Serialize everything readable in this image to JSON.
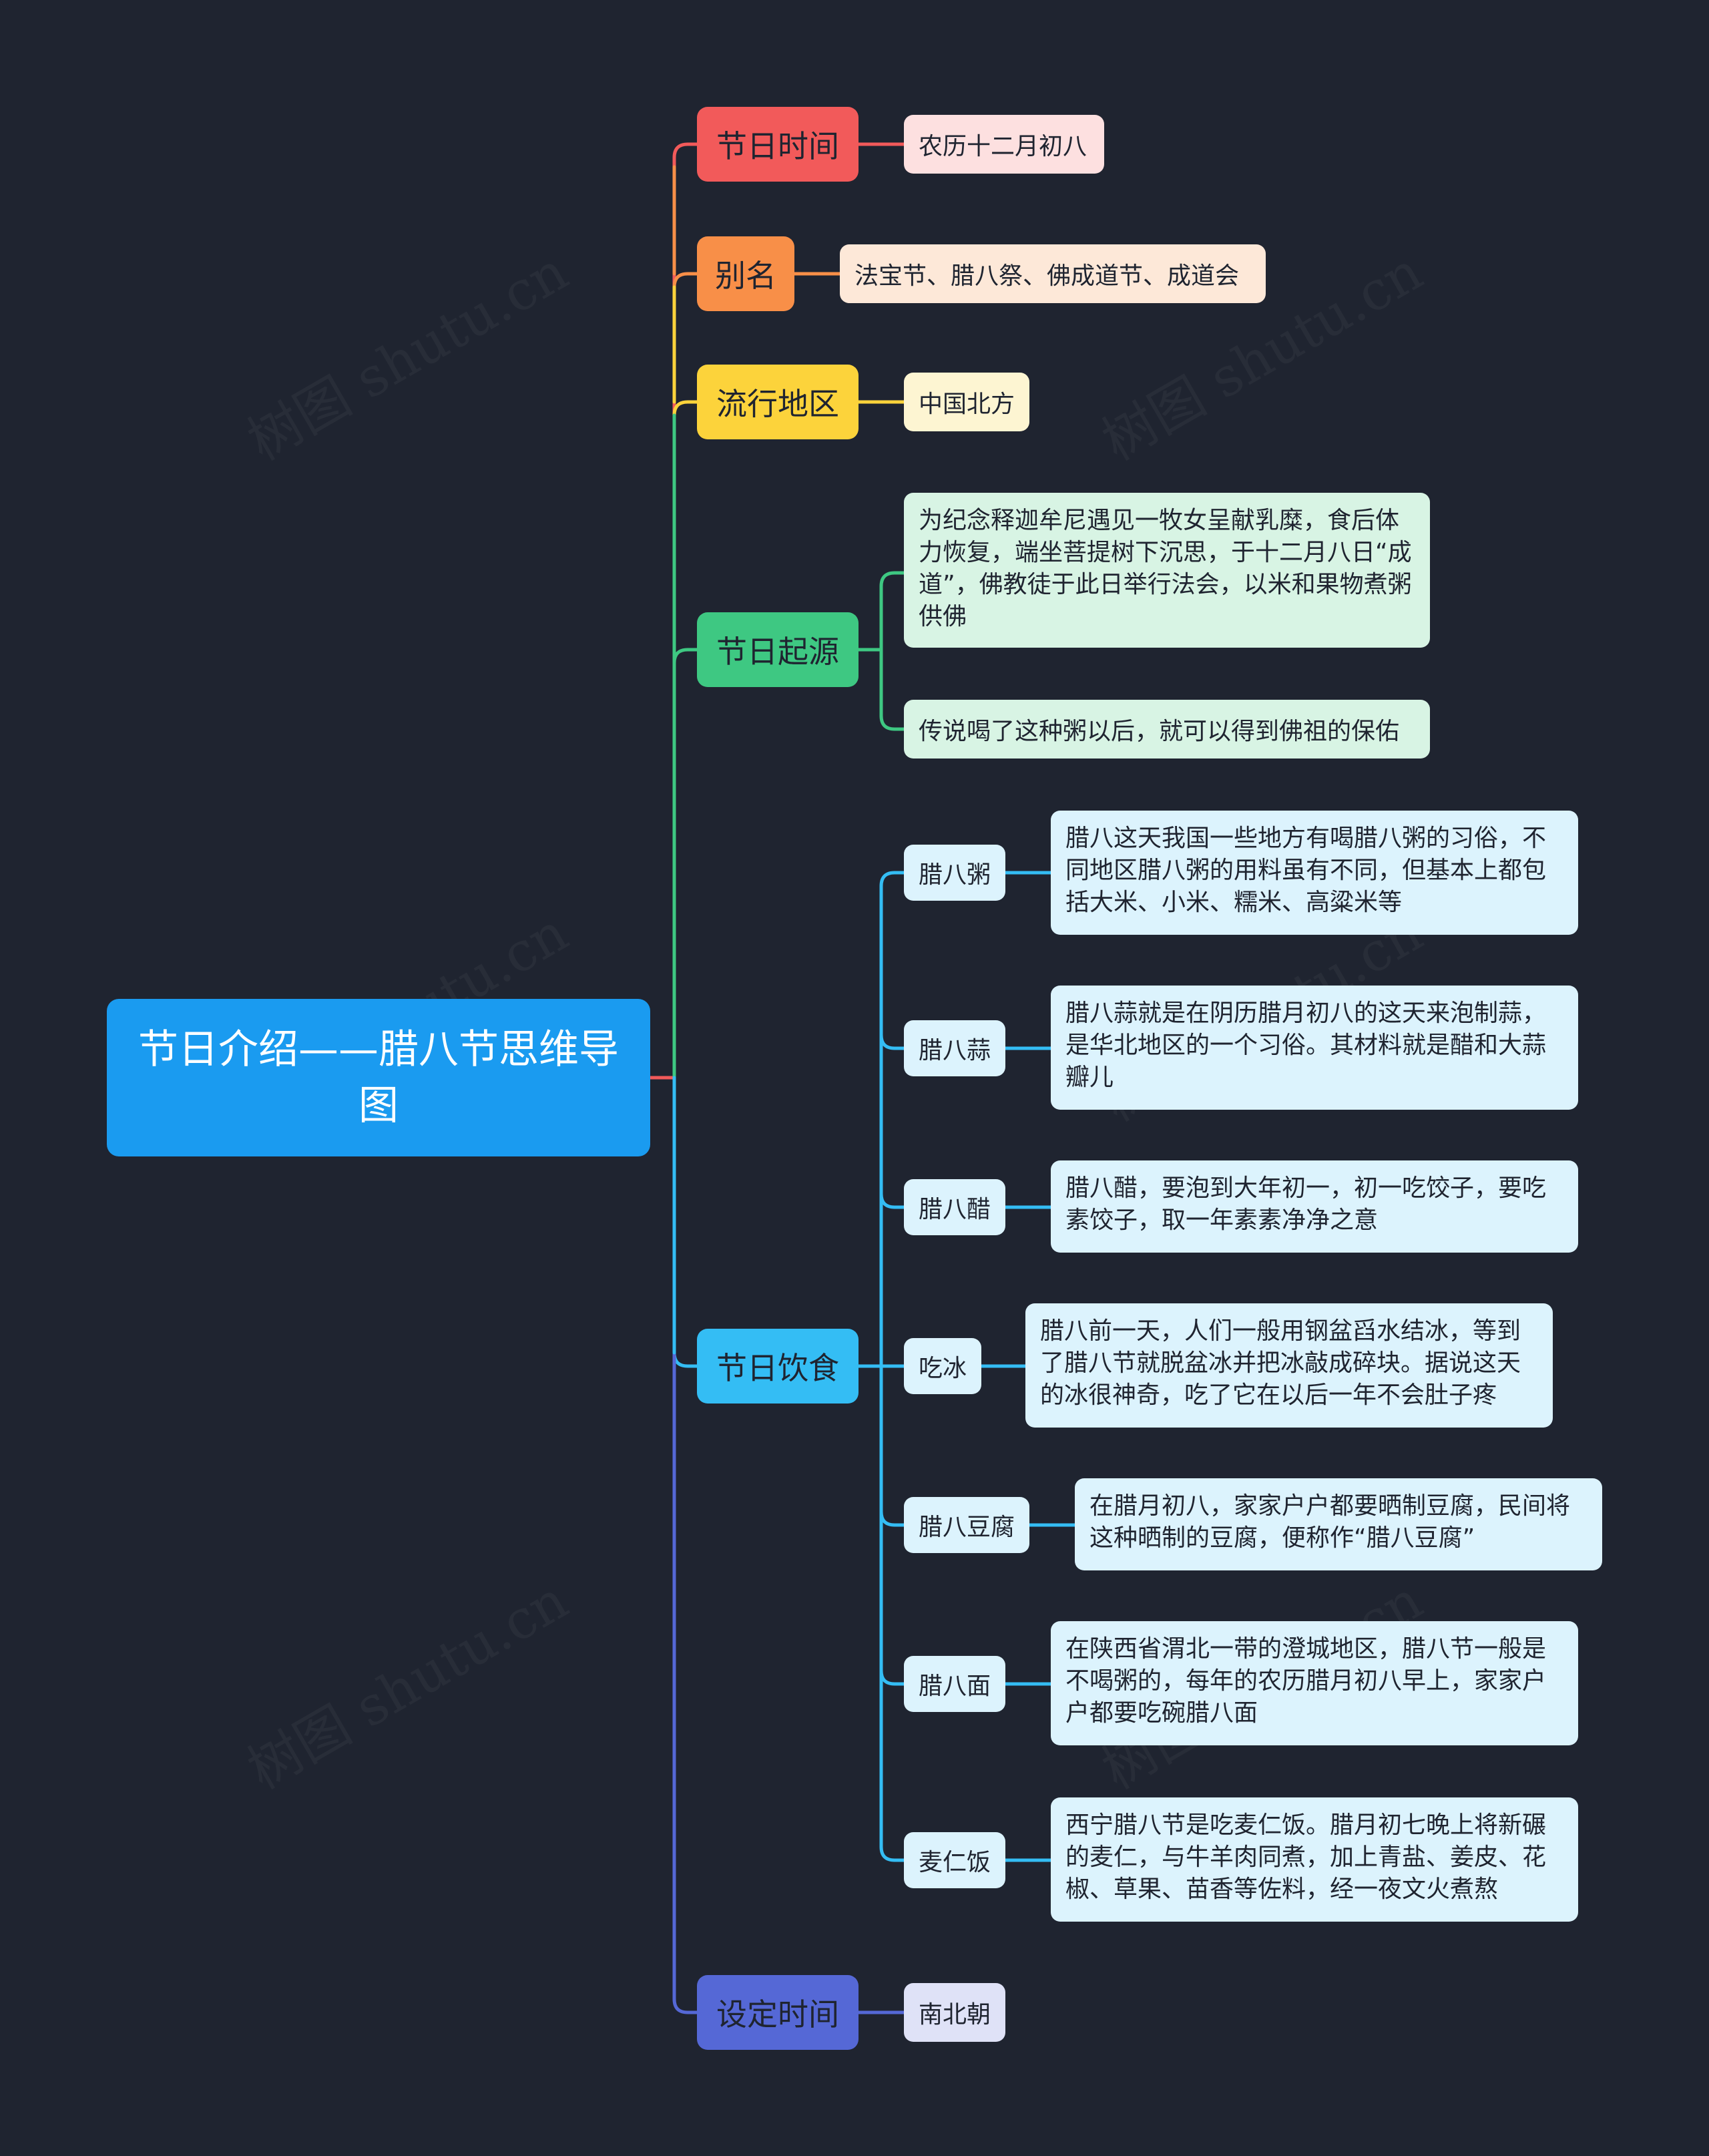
{
  "root": {
    "label": "节日介绍——腊八节思维导图"
  },
  "colors": {
    "background": "#1f2430",
    "root": "#1a9bf0",
    "time": "#f25a5a",
    "alias": "#f88f48",
    "region": "#fcd33b",
    "origin": "#3ec882",
    "food": "#34bdf4",
    "set_time": "#5568d6"
  },
  "branches": {
    "time": {
      "label": "节日时间",
      "detail": "农历十二月初八"
    },
    "alias": {
      "label": "别名",
      "detail": "法宝节、腊八祭、佛成道节、成道会"
    },
    "region": {
      "label": "流行地区",
      "detail": "中国北方"
    },
    "origin": {
      "label": "节日起源",
      "details": [
        "为纪念释迦牟尼遇见一牧女呈献乳糜，食后体力恢复，端坐菩提树下沉思，于十二月八日“成道”，佛教徒于此日举行法会，以米和果物煮粥供佛",
        "传说喝了这种粥以后，就可以得到佛祖的保佑"
      ]
    },
    "food": {
      "label": "节日饮食",
      "items": [
        {
          "label": "腊八粥",
          "detail": "腊八这天我国一些地方有喝腊八粥的习俗，不同地区腊八粥的用料虽有不同，但基本上都包括大米、小米、糯米、高粱米等"
        },
        {
          "label": "腊八蒜",
          "detail": "腊八蒜就是在阴历腊月初八的这天来泡制蒜，是华北地区的一个习俗。其材料就是醋和大蒜瓣儿"
        },
        {
          "label": "腊八醋",
          "detail": "腊八醋，要泡到大年初一，初一吃饺子，要吃素饺子，取一年素素净净之意"
        },
        {
          "label": "吃冰",
          "detail": "腊八前一天，人们一般用钢盆舀水结冰，等到了腊八节就脱盆冰并把冰敲成碎块。据说这天的冰很神奇，吃了它在以后一年不会肚子疼"
        },
        {
          "label": "腊八豆腐",
          "detail": "在腊月初八，家家户户都要晒制豆腐，民间将这种晒制的豆腐，便称作“腊八豆腐”"
        },
        {
          "label": "腊八面",
          "detail": "在陕西省渭北一带的澄城地区，腊八节一般是不喝粥的，每年的农历腊月初八早上，家家户户都要吃碗腊八面"
        },
        {
          "label": "麦仁饭",
          "detail": "西宁腊八节是吃麦仁饭。腊月初七晚上将新碾的麦仁，与牛羊肉同煮，加上青盐、姜皮、花椒、草果、苗香等佐料，经一夜文火煮熬"
        }
      ]
    },
    "set_time": {
      "label": "设定时间",
      "detail": "南北朝"
    }
  },
  "watermark": "树图 shutu.cn"
}
